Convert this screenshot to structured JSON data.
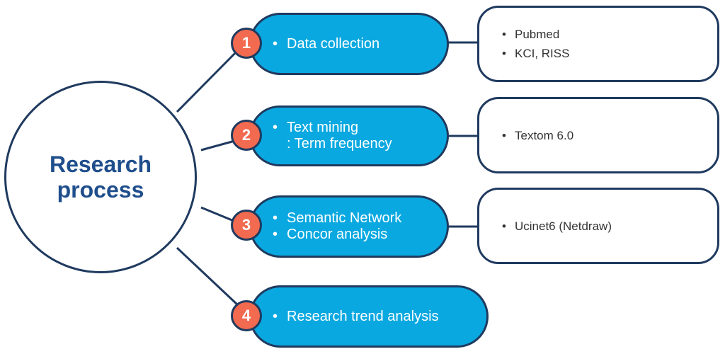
{
  "center": {
    "title": "Research\nprocess"
  },
  "steps": [
    {
      "number": "1",
      "items": [
        "Data collection"
      ]
    },
    {
      "number": "2",
      "items": [
        "Text mining",
        ": Term frequency"
      ]
    },
    {
      "number": "3",
      "items": [
        "Semantic Network",
        "Concor analysis"
      ]
    },
    {
      "number": "4",
      "items": [
        "Research trend analysis"
      ]
    }
  ],
  "details": [
    {
      "items": [
        "Pubmed",
        "KCI, RISS"
      ]
    },
    {
      "items": [
        "Textom 6.0"
      ]
    },
    {
      "items": [
        "Ucinet6 (Netdraw)"
      ]
    }
  ],
  "colors": {
    "pill": "#0aa8e0",
    "badge": "#f26a4f",
    "outline": "#1f3a5f",
    "title": "#1f4e8c"
  }
}
